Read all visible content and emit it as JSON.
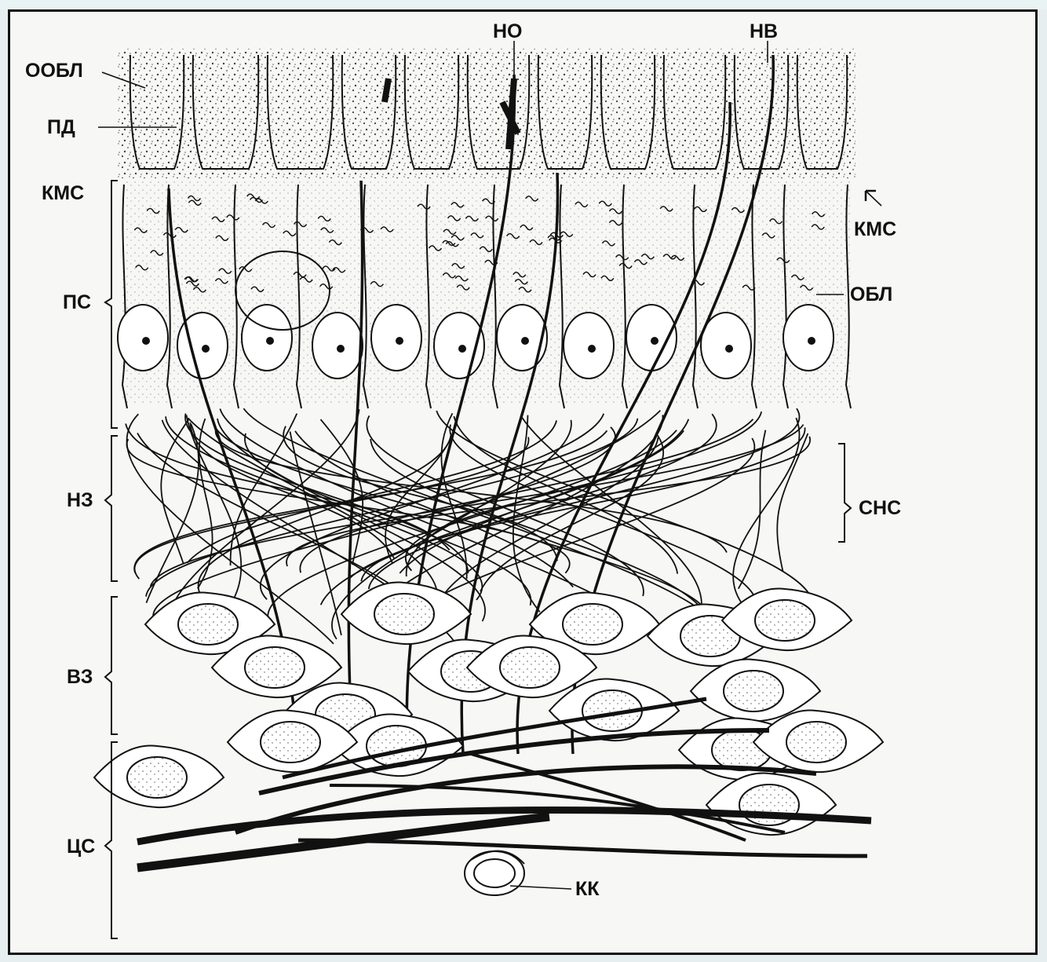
{
  "labels": {
    "oobl": "ООБЛ",
    "pd": "ПД",
    "kms_left": "КМС",
    "ps": "ПС",
    "nz": "НЗ",
    "vz": "ВЗ",
    "ts": "ЦС",
    "no": "НО",
    "nv": "НВ",
    "kms_right": "КМС",
    "obl": "ОБЛ",
    "sns": "СНС",
    "kk": "КК"
  },
  "colors": {
    "ink": "#111111",
    "paper": "#f7f7f5",
    "background": "#e6eef0"
  }
}
